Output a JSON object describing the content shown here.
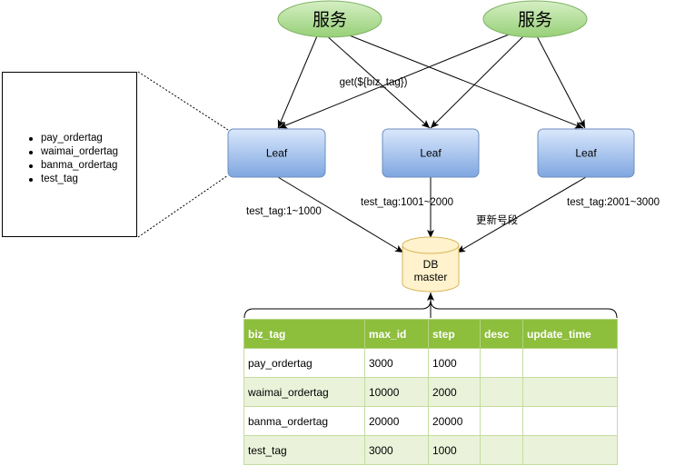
{
  "services": [
    {
      "label": "服务"
    },
    {
      "label": "服务"
    }
  ],
  "leaves": [
    {
      "label": "Leaf",
      "range_label": "test_tag:1~1000"
    },
    {
      "label": "Leaf",
      "range_label": "test_tag:1001~2000"
    },
    {
      "label": "Leaf",
      "range_label": "test_tag:2001~3000"
    }
  ],
  "get_label": "get(${biz_tag})",
  "update_label": "更新号段",
  "db": {
    "line1": "DB",
    "line2": "master"
  },
  "tag_list": [
    "pay_ordertag",
    "waimai_ordertag",
    "banma_ordertag",
    "test_tag"
  ],
  "table": {
    "headers": [
      "biz_tag",
      "max_id",
      "step",
      "desc",
      "update_time"
    ],
    "rows": [
      [
        "pay_ordertag",
        "3000",
        "1000",
        "",
        ""
      ],
      [
        "waimai_ordertag",
        "10000",
        "2000",
        "",
        ""
      ],
      [
        "banma_ordertag",
        "20000",
        "20000",
        "",
        ""
      ],
      [
        "test_tag",
        "3000",
        "1000",
        "",
        ""
      ]
    ]
  },
  "colors": {
    "service_fill": "#b9e0a5",
    "service_stroke": "#82b366",
    "leaf_fill_top": "#dae8fc",
    "leaf_fill_bottom": "#7ea6e0",
    "leaf_stroke": "#6c8ebf",
    "db_fill": "#fff2cc",
    "db_stroke": "#d6b656",
    "table_header": "#8dbe3c",
    "table_alt_row": "#eaf2da"
  }
}
